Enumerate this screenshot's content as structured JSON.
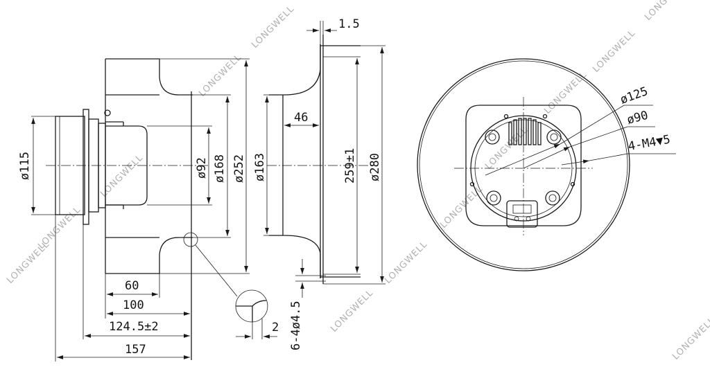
{
  "watermark": "LONGWELL",
  "side_view": {
    "diameters": [
      "ø115",
      "ø92",
      "ø168",
      "ø252"
    ],
    "lengths": [
      "60",
      "100",
      "124.5±2",
      "157"
    ],
    "detail_gap": "2"
  },
  "section_view": {
    "top_offset": "1.5",
    "inlet_depth": "46",
    "inlet_diameter": "ø163",
    "blade_diameter": "259±1",
    "outer_diameter": "ø280",
    "mount_holes": "6-4ø4.5"
  },
  "front_view": {
    "circle_125": "ø125",
    "circle_90": "ø90",
    "thread": "4-M4▼5"
  }
}
